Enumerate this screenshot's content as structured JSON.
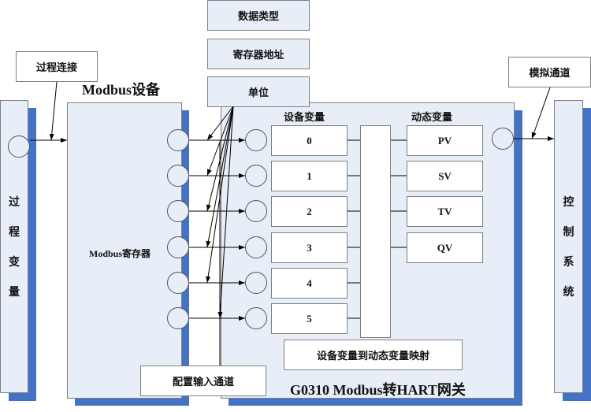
{
  "left_bar": {
    "label_chars": [
      "过",
      "程",
      "变",
      "量"
    ]
  },
  "right_bar": {
    "label_chars": [
      "控",
      "制",
      "系",
      "统"
    ]
  },
  "callouts": {
    "process_connection": "过程连接",
    "analog_channel": "模拟通道",
    "config_input_channel": "配置输入通道"
  },
  "modbus_device": {
    "title": "Modbus设备",
    "register_label": "Modbus寄存器"
  },
  "attributes": [
    "数据类型",
    "寄存器地址",
    "单位"
  ],
  "gateway": {
    "title": "G0310 Modbus转HART网关",
    "device_vars_header": "设备变量",
    "dynamic_vars_header": "动态变量",
    "device_vars": [
      "0",
      "1",
      "2",
      "3",
      "4",
      "5"
    ],
    "dynamic_vars": [
      "PV",
      "SV",
      "TV",
      "QV"
    ],
    "mapping_label": "设备变量到动态变量映射"
  },
  "colors": {
    "shadow": "#4472c4",
    "panel_fill": "#e8eef8",
    "border": "#7f7f7f"
  }
}
